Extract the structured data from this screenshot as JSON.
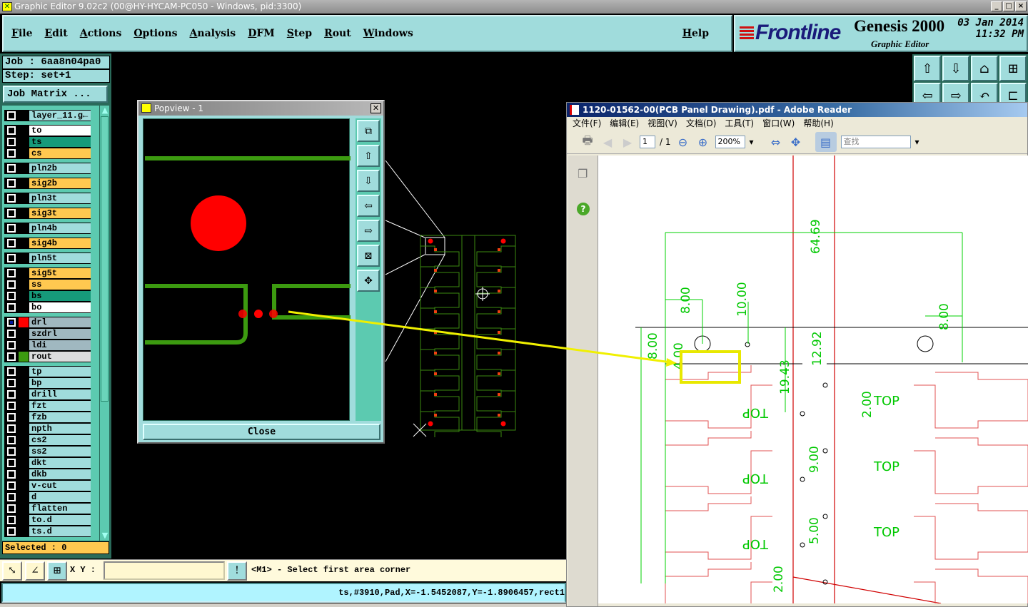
{
  "titlebar": {
    "title": "Graphic Editor 9.02c2 (00@HY-HYCAM-PC050 - Windows, pid:3300)",
    "controls": [
      "_",
      "□",
      "×"
    ]
  },
  "menubar": {
    "items": [
      "File",
      "Edit",
      "Actions",
      "Options",
      "Analysis",
      "DFM",
      "Step",
      "Rout",
      "Windows"
    ],
    "help": "Help"
  },
  "logo": {
    "brand": "Frontline",
    "product": "Genesis 2000",
    "subtitle": "Graphic Editor",
    "date": "03 Jan 2014",
    "time": "11:32 PM"
  },
  "job": {
    "job_line": "Job : 6aa8n04pa0",
    "step_line": "Step: set+1",
    "matrix_button": "Job Matrix ..."
  },
  "layers": [
    {
      "name": "layer_11.g←",
      "color": "#a0dcdc",
      "group": 0
    },
    {
      "name": "to",
      "color": "#ffffff",
      "group": 1
    },
    {
      "name": "ts",
      "color": "#169a7a",
      "group": 1
    },
    {
      "name": "cs",
      "color": "#ffc850",
      "group": 1
    },
    {
      "name": "pln2b",
      "color": "#a0dcdc",
      "group": 2
    },
    {
      "name": "sig2b",
      "color": "#ffc850",
      "group": 3
    },
    {
      "name": "pln3t",
      "color": "#a0dcdc",
      "group": 4
    },
    {
      "name": "sig3t",
      "color": "#ffc850",
      "group": 5
    },
    {
      "name": "pln4b",
      "color": "#a0dcdc",
      "group": 6
    },
    {
      "name": "sig4b",
      "color": "#ffc850",
      "group": 7
    },
    {
      "name": "pln5t",
      "color": "#a0dcdc",
      "group": 8
    },
    {
      "name": "sig5t",
      "color": "#ffc850",
      "group": 9
    },
    {
      "name": "ss",
      "color": "#ffc850",
      "group": 9
    },
    {
      "name": "bs",
      "color": "#169a7a",
      "group": 9
    },
    {
      "name": "bo",
      "color": "#ffffff",
      "group": 9
    },
    {
      "name": "drl",
      "color": "#a0b8c0",
      "group": 10,
      "swatch": "#ff0000",
      "active": true
    },
    {
      "name": "szdrl",
      "color": "#a0b8c0",
      "group": 10
    },
    {
      "name": "ldi",
      "color": "#a0b8c0",
      "group": 10
    },
    {
      "name": "rout",
      "color": "#dcdcdc",
      "group": 10,
      "swatch": "#3c9a10"
    },
    {
      "name": "tp",
      "color": "#a0dcdc",
      "group": 11
    },
    {
      "name": "bp",
      "color": "#a0dcdc",
      "group": 11
    },
    {
      "name": "drill",
      "color": "#a0dcdc",
      "group": 11
    },
    {
      "name": "fzt",
      "color": "#a0dcdc",
      "group": 11
    },
    {
      "name": "fzb",
      "color": "#a0dcdc",
      "group": 11
    },
    {
      "name": "npth",
      "color": "#a0dcdc",
      "group": 11
    },
    {
      "name": "cs2",
      "color": "#a0dcdc",
      "group": 11
    },
    {
      "name": "ss2",
      "color": "#a0dcdc",
      "group": 11
    },
    {
      "name": "dkt",
      "color": "#a0dcdc",
      "group": 11
    },
    {
      "name": "dkb",
      "color": "#a0dcdc",
      "group": 11
    },
    {
      "name": "v-cut",
      "color": "#a0dcdc",
      "group": 11
    },
    {
      "name": "d",
      "color": "#a0dcdc",
      "group": 11
    },
    {
      "name": "flatten",
      "color": "#a0dcdc",
      "group": 11
    },
    {
      "name": "to.d",
      "color": "#a0dcdc",
      "group": 11
    },
    {
      "name": "ts.d",
      "color": "#a0dcdc",
      "group": 11
    }
  ],
  "selected": "Selected : 0",
  "popview": {
    "title": "Popview - 1",
    "close_label": "Close"
  },
  "pdf": {
    "title": "1120-01562-00(PCB Panel Drawing).pdf - Adobe Reader",
    "menu": [
      "文件(F)",
      "编辑(E)",
      "视图(V)",
      "文档(D)",
      "工具(T)",
      "窗口(W)",
      "帮助(H)"
    ],
    "page_current": "1",
    "page_total": "/ 1",
    "zoom": "200%",
    "search_placeholder": "查找",
    "drawing": {
      "dims": [
        "64.69",
        "8.00",
        "10.00",
        "8.00",
        "8.00",
        "4.00",
        "19.43",
        "12.92",
        "2.00",
        "9.00",
        "5.00",
        "2.00"
      ],
      "top_label": "TOP"
    }
  },
  "command": {
    "xy_label": "X Y :",
    "xy_value": "",
    "prompt": "<M1> - Select first area corner"
  },
  "status": "ts,#3910,Pad,X=-1.5452087,Y=-1.8906457,rect1"
}
